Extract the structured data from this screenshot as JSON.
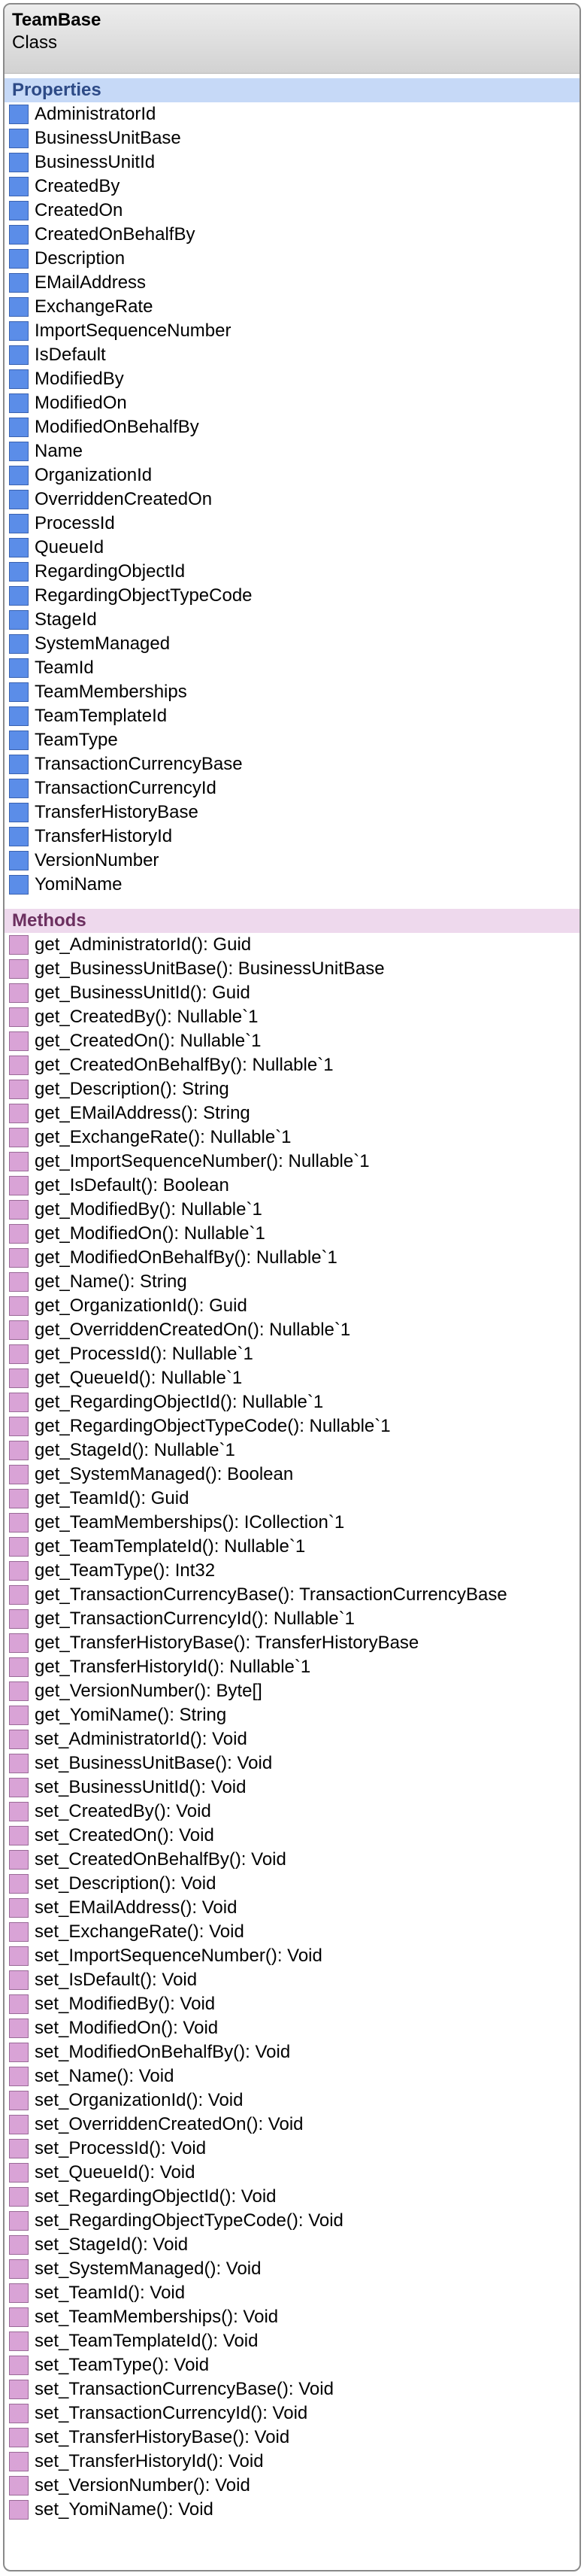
{
  "class": {
    "name": "TeamBase",
    "stereotype": "Class"
  },
  "sections": {
    "properties": "Properties",
    "methods": "Methods"
  },
  "colors": {
    "property_icon": "#5b8de8",
    "method_icon": "#d9a3d6",
    "properties_header_bg": "#c6d9f7",
    "methods_header_bg": "#eed9ed"
  },
  "properties": [
    "AdministratorId",
    "BusinessUnitBase",
    "BusinessUnitId",
    "CreatedBy",
    "CreatedOn",
    "CreatedOnBehalfBy",
    "Description",
    "EMailAddress",
    "ExchangeRate",
    "ImportSequenceNumber",
    "IsDefault",
    "ModifiedBy",
    "ModifiedOn",
    "ModifiedOnBehalfBy",
    "Name",
    "OrganizationId",
    "OverriddenCreatedOn",
    "ProcessId",
    "QueueId",
    "RegardingObjectId",
    "RegardingObjectTypeCode",
    "StageId",
    "SystemManaged",
    "TeamId",
    "TeamMemberships",
    "TeamTemplateId",
    "TeamType",
    "TransactionCurrencyBase",
    "TransactionCurrencyId",
    "TransferHistoryBase",
    "TransferHistoryId",
    "VersionNumber",
    "YomiName"
  ],
  "methods": [
    "get_AdministratorId(): Guid",
    "get_BusinessUnitBase(): BusinessUnitBase",
    "get_BusinessUnitId(): Guid",
    "get_CreatedBy(): Nullable`1",
    "get_CreatedOn(): Nullable`1",
    "get_CreatedOnBehalfBy(): Nullable`1",
    "get_Description(): String",
    "get_EMailAddress(): String",
    "get_ExchangeRate(): Nullable`1",
    "get_ImportSequenceNumber(): Nullable`1",
    "get_IsDefault(): Boolean",
    "get_ModifiedBy(): Nullable`1",
    "get_ModifiedOn(): Nullable`1",
    "get_ModifiedOnBehalfBy(): Nullable`1",
    "get_Name(): String",
    "get_OrganizationId(): Guid",
    "get_OverriddenCreatedOn(): Nullable`1",
    "get_ProcessId(): Nullable`1",
    "get_QueueId(): Nullable`1",
    "get_RegardingObjectId(): Nullable`1",
    "get_RegardingObjectTypeCode(): Nullable`1",
    "get_StageId(): Nullable`1",
    "get_SystemManaged(): Boolean",
    "get_TeamId(): Guid",
    "get_TeamMemberships(): ICollection`1",
    "get_TeamTemplateId(): Nullable`1",
    "get_TeamType(): Int32",
    "get_TransactionCurrencyBase(): TransactionCurrencyBase",
    "get_TransactionCurrencyId(): Nullable`1",
    "get_TransferHistoryBase(): TransferHistoryBase",
    "get_TransferHistoryId(): Nullable`1",
    "get_VersionNumber(): Byte[]",
    "get_YomiName(): String",
    "set_AdministratorId(): Void",
    "set_BusinessUnitBase(): Void",
    "set_BusinessUnitId(): Void",
    "set_CreatedBy(): Void",
    "set_CreatedOn(): Void",
    "set_CreatedOnBehalfBy(): Void",
    "set_Description(): Void",
    "set_EMailAddress(): Void",
    "set_ExchangeRate(): Void",
    "set_ImportSequenceNumber(): Void",
    "set_IsDefault(): Void",
    "set_ModifiedBy(): Void",
    "set_ModifiedOn(): Void",
    "set_ModifiedOnBehalfBy(): Void",
    "set_Name(): Void",
    "set_OrganizationId(): Void",
    "set_OverriddenCreatedOn(): Void",
    "set_ProcessId(): Void",
    "set_QueueId(): Void",
    "set_RegardingObjectId(): Void",
    "set_RegardingObjectTypeCode(): Void",
    "set_StageId(): Void",
    "set_SystemManaged(): Void",
    "set_TeamId(): Void",
    "set_TeamMemberships(): Void",
    "set_TeamTemplateId(): Void",
    "set_TeamType(): Void",
    "set_TransactionCurrencyBase(): Void",
    "set_TransactionCurrencyId(): Void",
    "set_TransferHistoryBase(): Void",
    "set_TransferHistoryId(): Void",
    "set_VersionNumber(): Void",
    "set_YomiName(): Void"
  ]
}
